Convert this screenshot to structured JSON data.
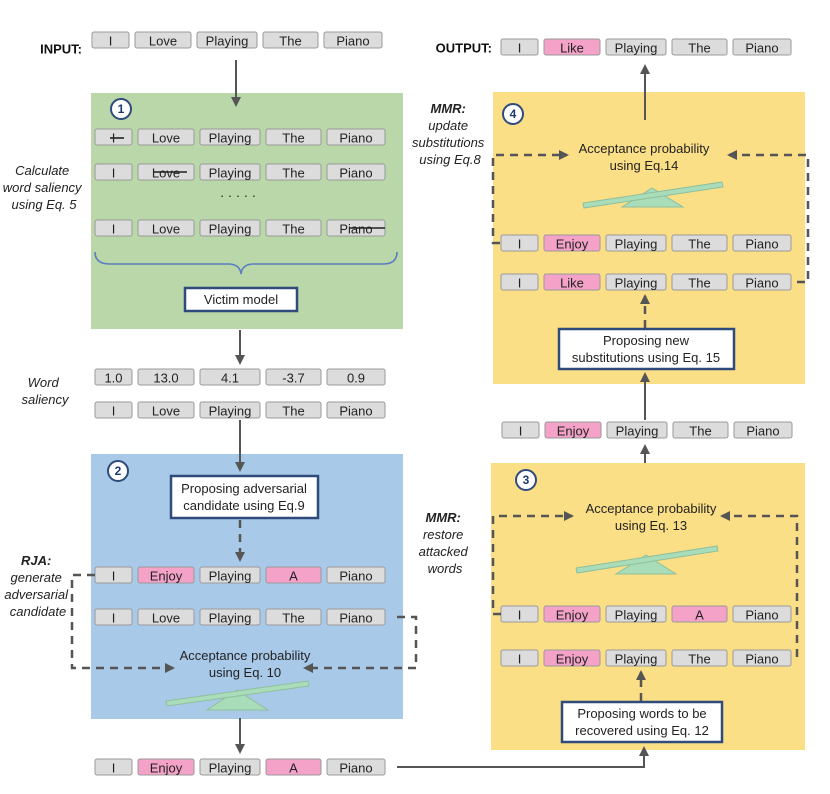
{
  "labels": {
    "input": "INPUT:",
    "output": "OUTPUT:",
    "calc_saliency": [
      "Calculate",
      "word saliency",
      "using Eq. 5"
    ],
    "word_saliency": [
      "Word",
      "saliency"
    ],
    "rja_head": "RJA:",
    "rja_body": [
      "generate",
      "adversarial",
      "candidate"
    ],
    "mmr3_head": "MMR:",
    "mmr3_body": [
      "restore",
      "attacked",
      "words"
    ],
    "mmr4_head": "MMR:",
    "mmr4_body": [
      "update",
      "substitutions",
      "using Eq.8"
    ],
    "dots": "· · · · ·"
  },
  "panel_numbers": [
    "1",
    "2",
    "3",
    "4"
  ],
  "boxes": {
    "victim_model": [
      "Victim model"
    ],
    "propose_adv": [
      "Proposing adversarial",
      "candidate using Eq.9"
    ],
    "accept_10": [
      "Acceptance probability",
      "using Eq. 10"
    ],
    "accept_13": [
      "Acceptance probability",
      "using Eq. 13"
    ],
    "propose_recover": [
      "Proposing words to be",
      "recovered using Eq. 12"
    ],
    "accept_14": [
      "Acceptance probability",
      "using Eq.14"
    ],
    "propose_new": [
      "Proposing new",
      "substitutions using Eq. 15"
    ]
  },
  "token_rows": {
    "input": [
      "I",
      "Love",
      "Playing",
      "The",
      "Piano"
    ],
    "mask1": [
      "I",
      "Love",
      "Playing",
      "The",
      "Piano"
    ],
    "mask2": [
      "I",
      "Love",
      "Playing",
      "The",
      "Piano"
    ],
    "mask5": [
      "I",
      "Love",
      "Playing",
      "The",
      "Piano"
    ],
    "saliency_scores": [
      "1.0",
      "13.0",
      "4.1",
      "-3.7",
      "0.9"
    ],
    "saliency_words": [
      "I",
      "Love",
      "Playing",
      "The",
      "Piano"
    ],
    "adv_candidate": [
      "I",
      "Enjoy",
      "Playing",
      "A",
      "Piano"
    ],
    "original2": [
      "I",
      "Love",
      "Playing",
      "The",
      "Piano"
    ],
    "bottom": [
      "I",
      "Enjoy",
      "Playing",
      "A",
      "Piano"
    ],
    "p3_top": [
      "I",
      "Enjoy",
      "Playing",
      "A",
      "Piano"
    ],
    "p3_bottom": [
      "I",
      "Enjoy",
      "Playing",
      "The",
      "Piano"
    ],
    "mid_right": [
      "I",
      "Enjoy",
      "Playing",
      "The",
      "Piano"
    ],
    "p4_top": [
      "I",
      "Enjoy",
      "Playing",
      "The",
      "Piano"
    ],
    "p4_bottom": [
      "I",
      "Like",
      "Playing",
      "The",
      "Piano"
    ],
    "output": [
      "I",
      "Like",
      "Playing",
      "The",
      "Piano"
    ]
  },
  "colors": {
    "panel1": "#b9d7a8",
    "panel2": "#a9c9e9",
    "panel_yellow": "#fbdf87",
    "token_gray": "#dcdcdc",
    "token_pink": "#f4a2c8",
    "box_border": "#2f4b7c",
    "seesaw": "#a9dcb8"
  }
}
